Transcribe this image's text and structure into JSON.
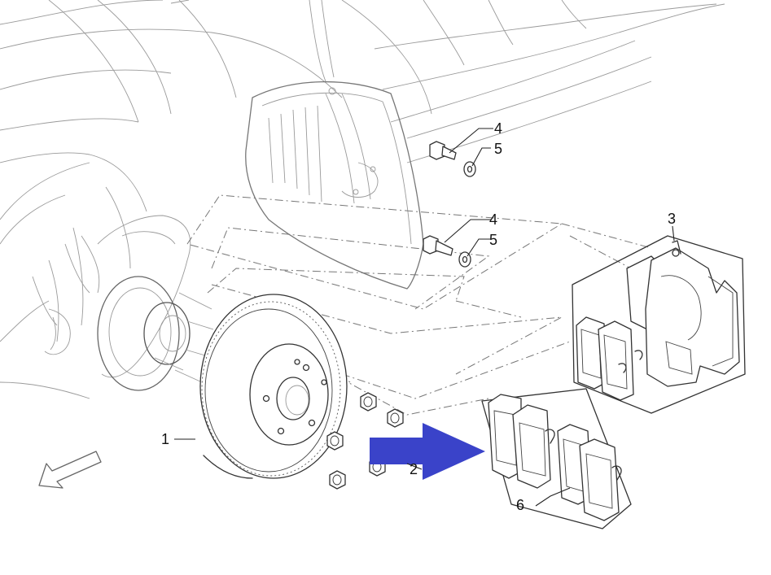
{
  "diagram": {
    "callouts": [
      {
        "id": "disc",
        "label": "1"
      },
      {
        "id": "nut",
        "label": "2"
      },
      {
        "id": "caliper",
        "label": "3"
      },
      {
        "id": "bolt-upper",
        "label": "4"
      },
      {
        "id": "washer-upper",
        "label": "5"
      },
      {
        "id": "bolt-lower",
        "label": "4"
      },
      {
        "id": "washer-lower",
        "label": "5"
      },
      {
        "id": "pads",
        "label": "6"
      }
    ],
    "highlight_arrow_color": "#3a43c9",
    "direction_arrow": "front-direction-arrow"
  }
}
